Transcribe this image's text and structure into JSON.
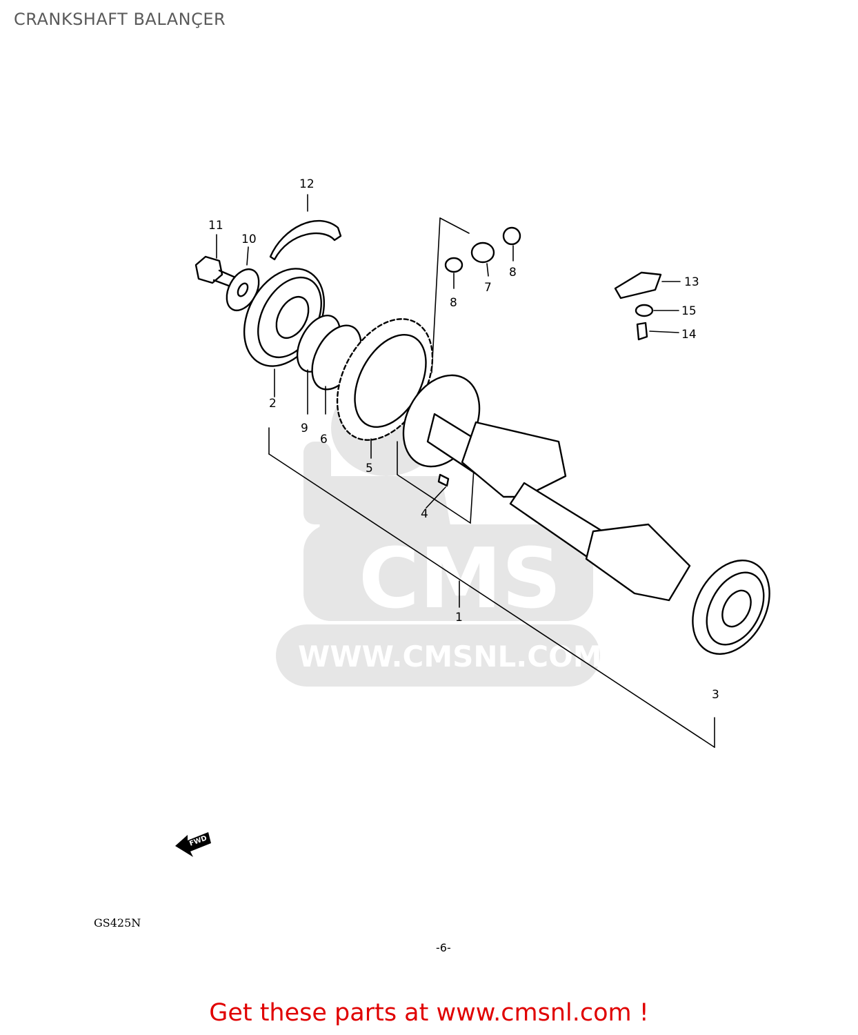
{
  "title": "CRANKSHAFT BALANÇER",
  "watermark": {
    "text": "CMS",
    "url": "WWW.CMSNL.COM"
  },
  "fwd_label": "FWD",
  "model_code": "GS425N",
  "page_number": "-6-",
  "footer": "Get these parts at www.cmsnl.com !",
  "callouts": [
    "1",
    "2",
    "3",
    "4",
    "5",
    "6",
    "7",
    "8",
    "8",
    "9",
    "10",
    "11",
    "12",
    "13",
    "14",
    "15"
  ]
}
